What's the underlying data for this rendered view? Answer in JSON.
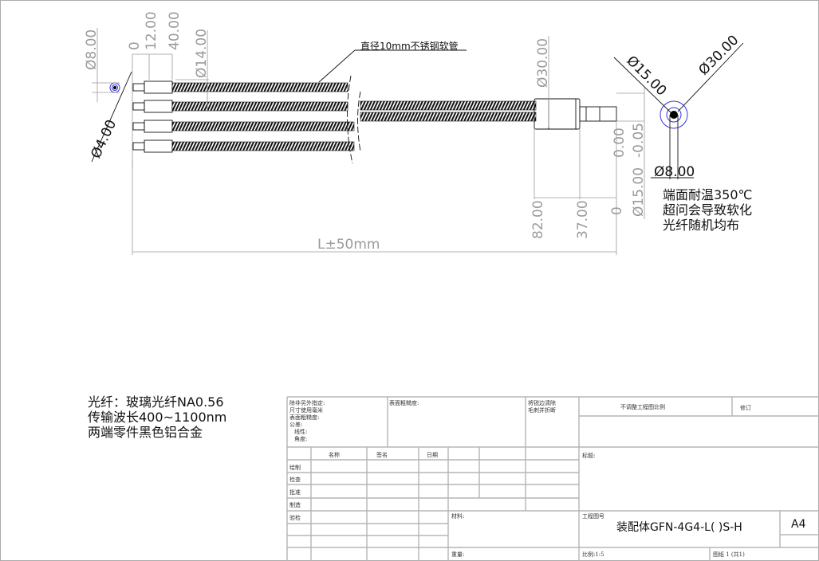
{
  "drawing": {
    "dims": {
      "d8": "Ø8.00",
      "d4": "Ø4.00",
      "zero_top": "0",
      "l12": "12.00",
      "l40": "40.00",
      "d14": "Ø14.00",
      "d30_side": "Ø30.00",
      "tol_upper": "0.00",
      "tol_lower": "-0.05",
      "d15_tol": "Ø15.00",
      "l82": "82.00",
      "l37": "37.00",
      "zero_bottom": "0",
      "length": "L±50mm",
      "d15_end": "Ø15.00",
      "d30_end": "Ø30.00",
      "d8_end": "Ø8.00"
    },
    "tube_callout": "直径10mm不锈钢软管",
    "end_note": [
      "端面耐温350℃",
      "超问会导致软化",
      "光纤随机均布"
    ],
    "spec_note": [
      "光纤：玻璃光纤NA0.56",
      "传输波长400~1100nm",
      "两端零件黑色铝合金"
    ]
  },
  "title_block": {
    "general": [
      "除非另外指定:",
      "尺寸使用毫米",
      "表面粗糙度:",
      "公差:",
      "线性:",
      "角度:"
    ],
    "roughness": "表面粗糙度:",
    "deburr": [
      "将锐边清除",
      "毛刺并折断"
    ],
    "no_scale": "不调整工程图比例",
    "revision": "修订",
    "headers": [
      "名称",
      "签名",
      "日期"
    ],
    "roles": [
      "绘制",
      "检查",
      "批准",
      "制造",
      "验检"
    ],
    "material": "材料:",
    "weight": "重量:",
    "title_label": "标题:",
    "drawing_no_label": "工程图号",
    "drawing_no": "装配体GFN-4G4-L(    )S-H",
    "size": "A4",
    "scale": "比例:1:5",
    "sheet": "图纸 1 (共1)"
  }
}
